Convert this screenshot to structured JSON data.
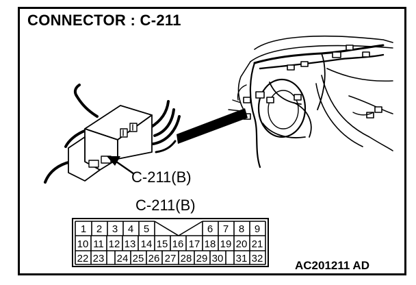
{
  "title": "CONNECTOR : C-211",
  "callout_label": "C-211(B)",
  "pinout_title": "C-211(B)",
  "figure_code": "AC201211 AD",
  "pinout": {
    "row1": [
      "1",
      "2",
      "3",
      "4",
      "5",
      "6",
      "7",
      "8",
      "9"
    ],
    "row2": [
      "10",
      "11",
      "12",
      "13",
      "14",
      "15",
      "16",
      "17",
      "18",
      "19",
      "20",
      "21"
    ],
    "row3": [
      "22",
      "23",
      "24",
      "25",
      "26",
      "27",
      "28",
      "29",
      "30",
      "31",
      "32"
    ]
  }
}
